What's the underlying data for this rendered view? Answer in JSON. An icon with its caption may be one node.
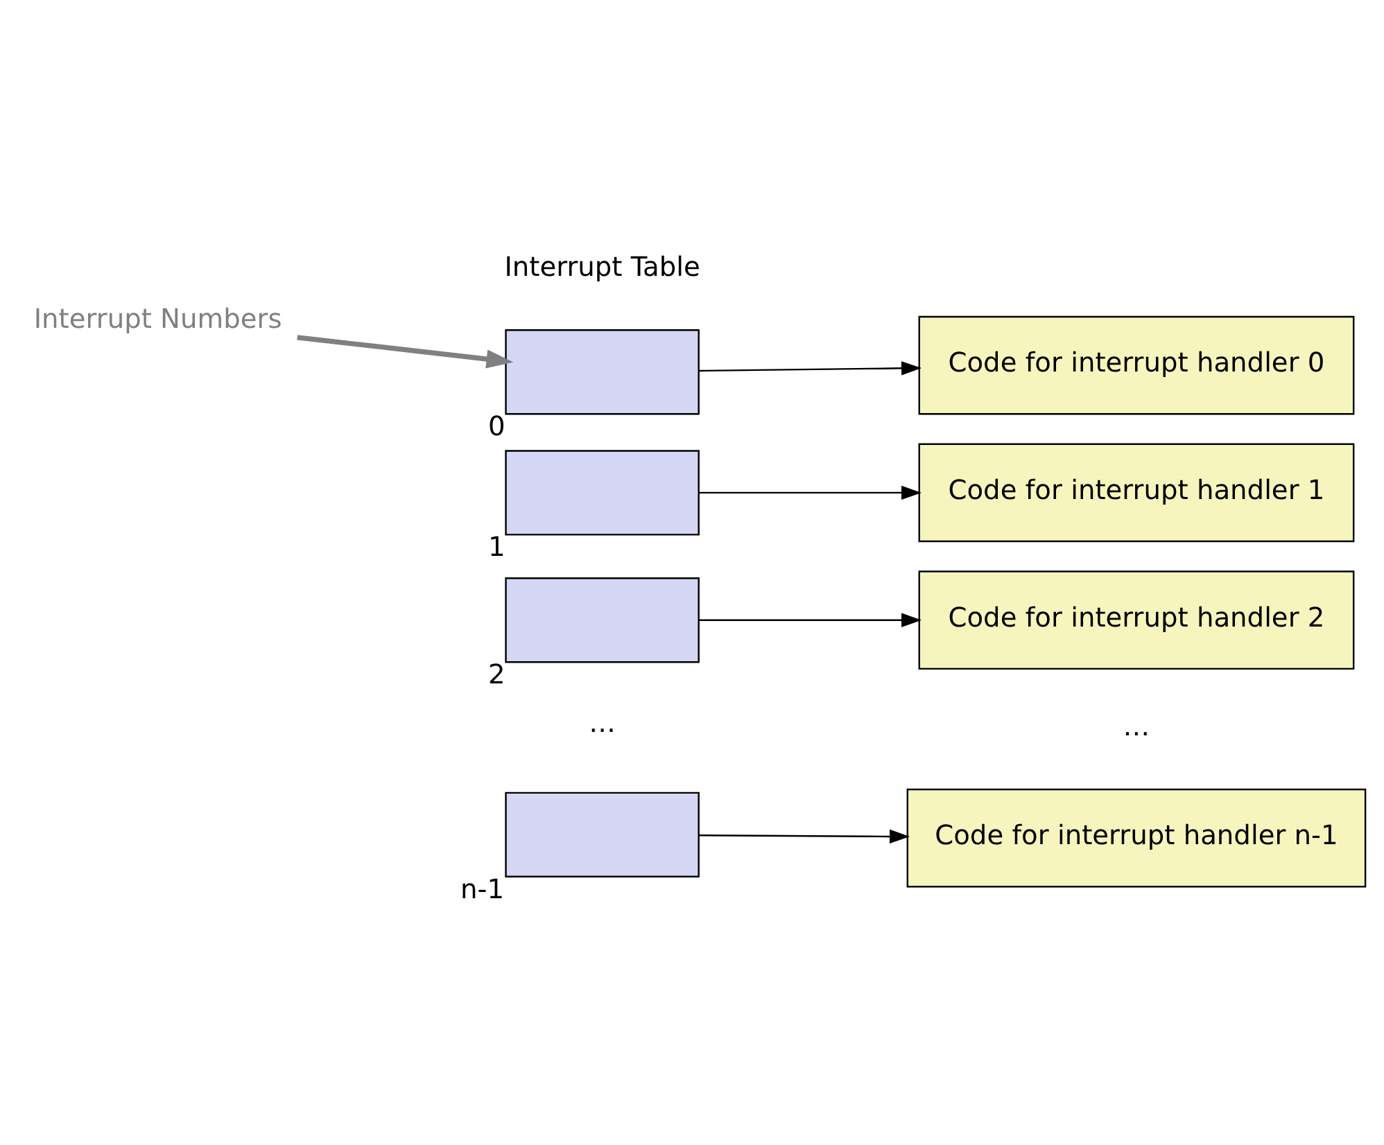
{
  "diagram": {
    "nodes": [
      {
        "text": [
          "Interrupt Numbers"
        ]
      },
      {
        "text": [],
        "shape": "box",
        "beside": [
          "0"
        ]
      },
      {
        "text": [],
        "shape": "box",
        "beside": [
          "1"
        ]
      },
      {
        "text": [],
        "shape": "box",
        "beside": [
          "2"
        ]
      },
      {
        "text": [],
        "shape": "box",
        "beside": [
          "n-1"
        ]
      },
      {
        "text": [
          "Code for interrupt handler 0"
        ]
      },
      {
        "text": [
          "Code for interrupt handler 1"
        ]
      },
      {
        "text": [
          "Code for interrupt handler 2"
        ]
      },
      {
        "text": [
          "Code for interrupt handler n-1"
        ]
      }
    ],
    "edges": [
      {
        "from": 0,
        "to": 1,
        "arrow": "to",
        "style": "thick",
        "color": "#808080"
      },
      {
        "from": 1,
        "to": 5,
        "arrow": "to"
      },
      {
        "from": 2,
        "to": 6,
        "arrow": "to"
      },
      {
        "from": 3,
        "to": 7,
        "arrow": "to"
      },
      {
        "from": 4,
        "to": 8,
        "arrow": "to"
      }
    ],
    "labels": [
      "Interrupt Table",
      "…",
      "…"
    ]
  }
}
